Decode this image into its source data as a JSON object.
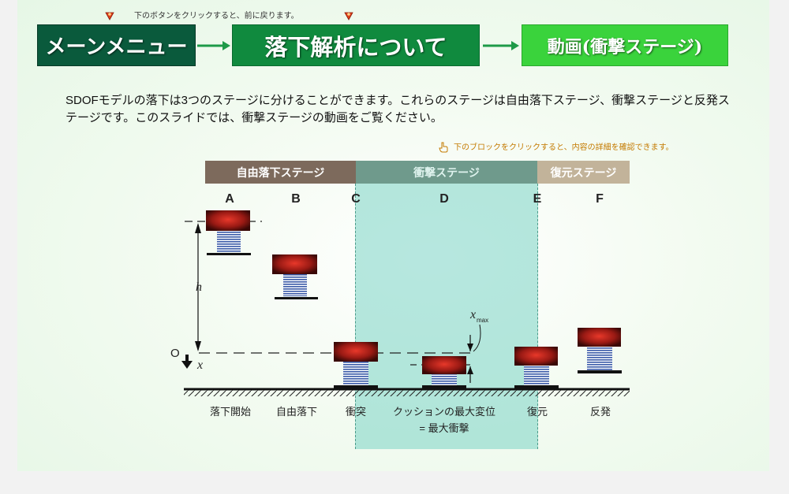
{
  "nav": {
    "hint": "下のボタンをクリックすると、前に戻ります。",
    "main_menu": "メーンメニュー",
    "about_drop": "落下解析について",
    "video": "動画(衝撃ステージ)"
  },
  "intro": "SDOFモデルの落下は3つのステージに分けることができます。これらのステージは自由落下ステージ、衝撃ステージと反発ステージです。このスライドでは、衝撃ステージの動画をご覧ください。",
  "block_hint": "下のブロックをクリックすると、内容の詳細を確認できます。",
  "stages": {
    "free_fall": "自由落下ステージ",
    "impact": "衝撃ステージ",
    "recovery": "復元ステージ"
  },
  "letters": [
    "A",
    "B",
    "C",
    "D",
    "E",
    "F"
  ],
  "captions": {
    "a": "落下開始",
    "b": "自由落下",
    "c": "衝突",
    "d1": "クッションの最大変位",
    "d2": "= 最大衝撃",
    "e": "復元",
    "f": "反発"
  },
  "symbols": {
    "h": "h",
    "o": "O",
    "x": "x",
    "xmax_x": "x",
    "xmax_sub": "max"
  },
  "colors": {
    "main_menu": "#0a5a3c",
    "about": "#108a3e",
    "video": "#3ad33c",
    "free_fall": "#7d6a5c",
    "impact": "#6f9a8c",
    "recovery": "#c2b39a",
    "impact_zone": "#7ad4c4",
    "block": "#b8201a",
    "spring": "#3a5aa8"
  }
}
